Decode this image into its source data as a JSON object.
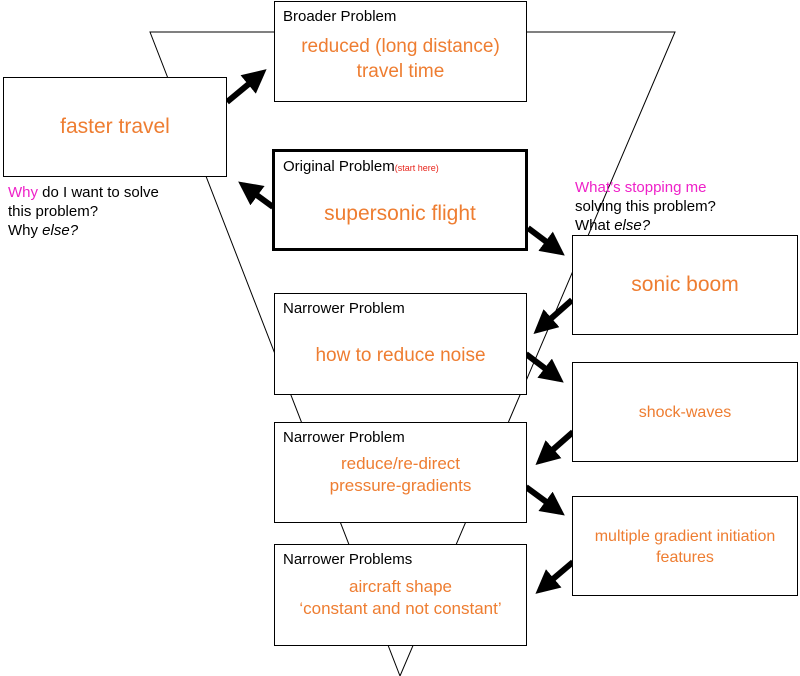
{
  "boxes": {
    "broader": {
      "header": "Broader Problem",
      "line1": "reduced (long distance)",
      "line2": "travel time"
    },
    "faster": {
      "line1": "faster travel"
    },
    "original": {
      "header": "Original Problem",
      "header_note": "(start here)",
      "line1": "supersonic flight"
    },
    "sonic": {
      "line1": "sonic boom"
    },
    "narrower1": {
      "header": "Narrower Problem",
      "line1": "how to reduce noise"
    },
    "shock": {
      "line1": "shock-waves"
    },
    "narrower2": {
      "header": "Narrower Problem",
      "line1": "reduce/re-direct",
      "line2": "pressure-gradients"
    },
    "gradient": {
      "line1": "multiple gradient initiation",
      "line2": "features"
    },
    "narrower3": {
      "header": "Narrower Problems",
      "line1": "aircraft shape",
      "line2": "‘constant and not constant’"
    }
  },
  "why_note": {
    "highlight": "Why",
    "rest": " do I want to solve",
    "line2": "this problem?",
    "line3_prefix": "Why ",
    "line3_italic": "else?"
  },
  "stop_note": {
    "highlight": "What’s stopping me",
    "line2": "solving this problem?",
    "line3_prefix": "What ",
    "line3_italic": "else?"
  },
  "colors": {
    "body_text": "#ee7d31",
    "highlight": "#ee21c8",
    "note_small": "#e8251c",
    "lines": "#000000"
  }
}
